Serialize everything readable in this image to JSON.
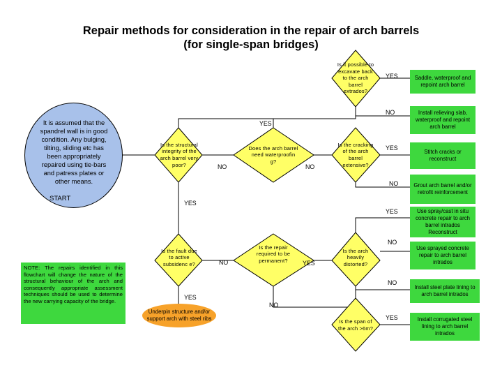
{
  "title": {
    "line1": "Repair methods for consideration in the repair of arch barrels",
    "line2": "(for single-span bridges)"
  },
  "start_note": "It is assumed that the spandrel wall is in good condition. Any bulging, tilting, sliding etc has been appropriately repaired using tie-bars and patress plates or other means.",
  "start_label": "START",
  "note": "NOTE: The repairs identified in this flowchart will change the nature of the structural behaviour of the arch and consequently appropriate assessment techniques should be used to determine the new carrying capacity of the bridge.",
  "decisions": {
    "structural_integrity": "Is the structural integrity of the arch barrel very poor?",
    "waterproofing": "Does the arch barrel need waterproofin g?",
    "excavate": "Is it possible to excavate back to the arch barrel extrados?",
    "cracking": "Is the cracking of the arch barrel extensive?",
    "active_subsidence": "Is the fault due to active subsidenc e?",
    "permanent": "Is the repair required to be permanent?",
    "distorted": "Is the arch heavily distorted?",
    "span": "Is the span of the arch >6m?"
  },
  "actions": {
    "saddle": "Saddle, waterproof and repoint arch barrel",
    "relieving_slab": "Install relieving slab, waterproof and repoint arch barrel",
    "stitch": "Stitch cracks or reconstruct",
    "grout": "Grout arch barrel and/or retrofit reinforcement",
    "spray_cast": "Use spray/cast in situ concrete repair to arch barrel intrados Reconstruct",
    "sprayed_concrete": "Use sprayed concrete repair to arch barrel intrados",
    "steel_plate": "Install steel plate lining to arch barrel intrados",
    "corrugated": "Install corrugated steel lining to arch barrel intrados",
    "underpin": "Underpin structure and/or support arch with steel ribs"
  },
  "labels": {
    "yes": "YES",
    "no": "NO"
  },
  "colors": {
    "decision_fill": "#ffff66",
    "action_fill": "#3ed83e",
    "start_fill": "#a8c1ea",
    "underpin_fill": "#f7a22a"
  }
}
